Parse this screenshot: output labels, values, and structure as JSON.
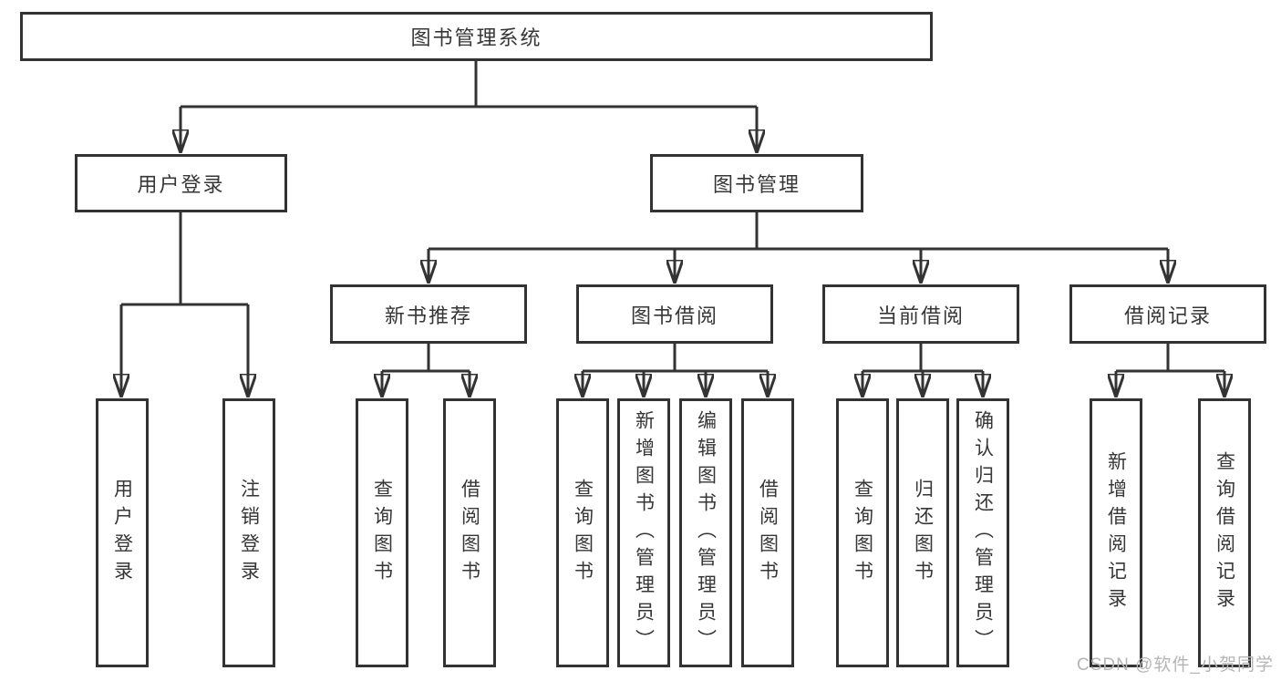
{
  "diagram": {
    "title": "图书管理系统",
    "root": {
      "label": "图书管理系统"
    },
    "level2": {
      "user_login": {
        "label": "用户登录"
      },
      "book_mgmt": {
        "label": "图书管理"
      }
    },
    "level3": {
      "new_books": {
        "label": "新书推荐"
      },
      "book_borrow": {
        "label": "图书借阅"
      },
      "current_borrow": {
        "label": "当前借阅"
      },
      "borrow_records": {
        "label": "借阅记录"
      }
    },
    "leaves": {
      "user_login": [
        "用户登录",
        "注销登录"
      ],
      "new_books": [
        "查询图书",
        "借阅图书"
      ],
      "book_borrow": [
        "查询图书",
        "新增图书（管理员）",
        "编辑图书（管理员）",
        "借阅图书"
      ],
      "current_borrow": [
        "查询图书",
        "归还图书",
        "确认归还（管理员）"
      ],
      "borrow_records": [
        "新增借阅记录",
        "查询借阅记录"
      ]
    },
    "colors": {
      "line": "#333333",
      "border": "#333333",
      "text": "#363636",
      "background": "#ffffff",
      "watermark": "#b5b5b5"
    }
  },
  "watermark": {
    "text": "CSDN @软件_小贺同学"
  }
}
